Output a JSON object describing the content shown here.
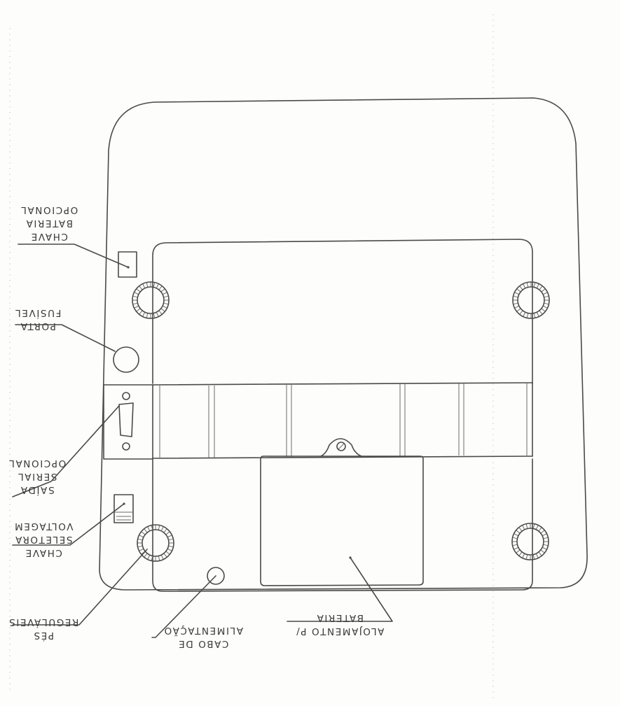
{
  "labels": {
    "chave_bateria": [
      "CHAVE",
      "BATERIA",
      "OPCIONAL"
    ],
    "porta_fusivel": [
      "PORTA",
      "FUSÍVEL"
    ],
    "saida_serial": [
      "SAÍDA",
      "SERIAL",
      "OPCIONAL"
    ],
    "chave_seletora": [
      "CHAVE",
      "SELETORA",
      "VOLTAGEM"
    ],
    "pes": [
      "PÉS",
      "REGULÁVEIS"
    ],
    "cabo": [
      "CABO DE",
      "ALIMENTAÇÃO"
    ],
    "alojamento": [
      "ALOJAMENTO P/",
      "BATERIA"
    ]
  }
}
